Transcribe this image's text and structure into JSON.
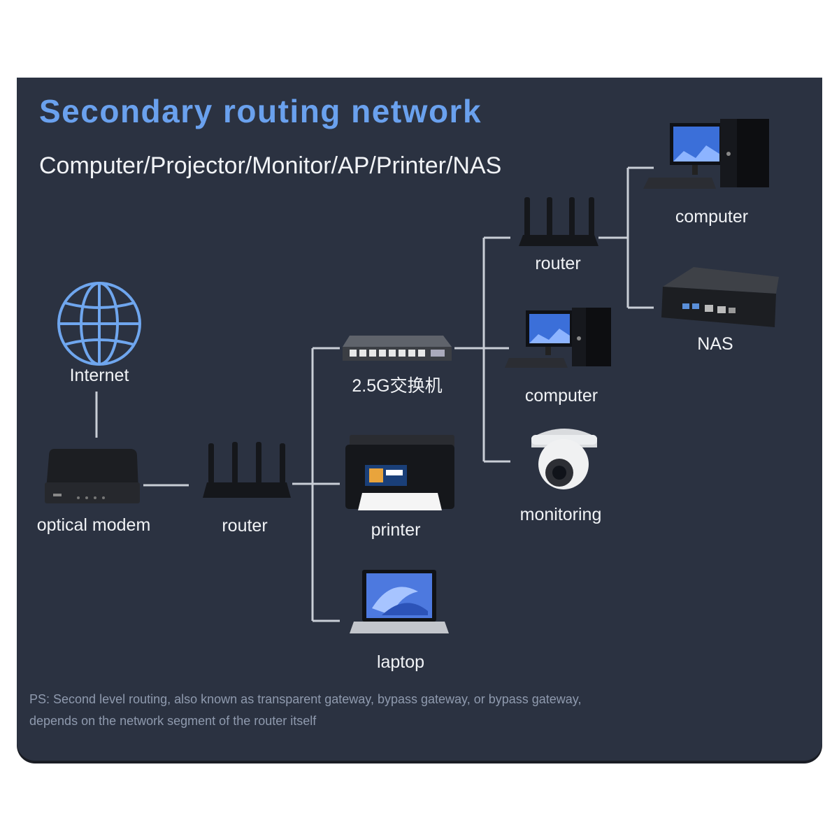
{
  "title": "Secondary routing network",
  "subtitle": "Computer/Projector/Monitor/AP/Printer/NAS",
  "nodes": {
    "internet": "Internet",
    "optical_modem": "optical modem",
    "router_main": "router",
    "switch": "2.5G交换机",
    "printer": "printer",
    "laptop": "laptop",
    "router_secondary": "router",
    "computer_mid": "computer",
    "monitoring": "monitoring",
    "computer_top": "computer",
    "nas": "NAS"
  },
  "note": {
    "line1": "PS: Second level routing, also known as transparent gateway, bypass gateway, or bypass gateway,",
    "line2": "depends on the network segment of the router itself"
  },
  "colors": {
    "background": "#2b3241",
    "title": "#6aa1ee",
    "connector": "#c9ced6",
    "globe": "#6fa6ee"
  }
}
